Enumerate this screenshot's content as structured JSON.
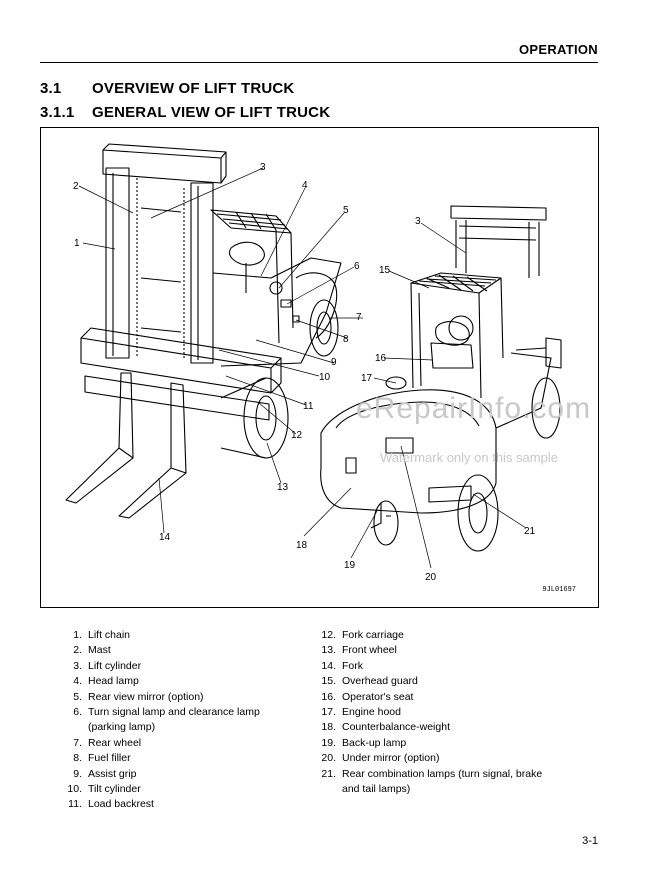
{
  "header": {
    "section": "OPERATION"
  },
  "headings": [
    {
      "num": "3.1",
      "title": "OVERVIEW OF LIFT TRUCK"
    },
    {
      "num": "3.1.1",
      "title": "GENERAL VIEW OF LIFT TRUCK"
    }
  ],
  "figure": {
    "code": "9JL01697",
    "callouts": [
      "1",
      "2",
      "3",
      "4",
      "5",
      "6",
      "7",
      "8",
      "9",
      "10",
      "11",
      "12",
      "13",
      "14",
      "3",
      "15",
      "16",
      "17",
      "18",
      "19",
      "20",
      "21"
    ]
  },
  "watermark": {
    "main": "eRepairInfo.com",
    "sub": "Watermark only on this sample"
  },
  "parts_left": [
    {
      "n": "1.",
      "t": "Lift chain"
    },
    {
      "n": "2.",
      "t": "Mast"
    },
    {
      "n": "3.",
      "t": "Lift cylinder"
    },
    {
      "n": "4.",
      "t": "Head lamp"
    },
    {
      "n": "5.",
      "t": "Rear view mirror (option)"
    },
    {
      "n": "6.",
      "t": "Turn signal lamp and clearance lamp (parking lamp)"
    },
    {
      "n": "7.",
      "t": "Rear wheel"
    },
    {
      "n": "8.",
      "t": "Fuel filler"
    },
    {
      "n": "9.",
      "t": "Assist grip"
    },
    {
      "n": "10.",
      "t": "Tilt cylinder"
    },
    {
      "n": "11.",
      "t": "Load backrest"
    }
  ],
  "parts_right": [
    {
      "n": "12.",
      "t": "Fork carriage"
    },
    {
      "n": "13.",
      "t": "Front wheel"
    },
    {
      "n": "14.",
      "t": "Fork"
    },
    {
      "n": "15.",
      "t": "Overhead guard"
    },
    {
      "n": "16.",
      "t": "Operator's seat"
    },
    {
      "n": "17.",
      "t": "Engine hood"
    },
    {
      "n": "18.",
      "t": "Counterbalance-weight"
    },
    {
      "n": "19.",
      "t": "Back-up lamp"
    },
    {
      "n": "20.",
      "t": "Under mirror (option)"
    },
    {
      "n": "21.",
      "t": "Rear combination lamps (turn signal, brake and tail lamps)"
    }
  ],
  "page_number": "3-1"
}
